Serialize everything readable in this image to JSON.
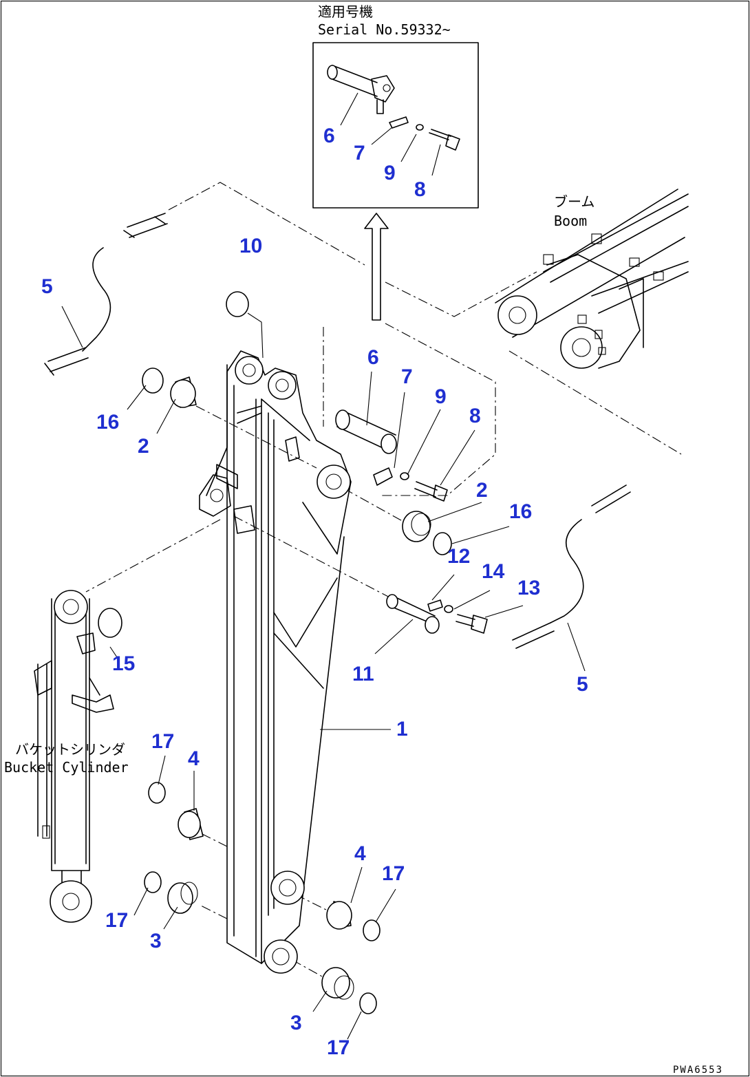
{
  "notes": {
    "applicable_serial_jp": "適用号機",
    "applicable_serial_en": "Serial No.59332~",
    "boom_jp": "ブーム",
    "boom_en": "Boom",
    "bucket_cylinder_jp": "バケットシリンダ",
    "bucket_cylinder_en": "Bucket Cylinder",
    "drawing_number": "PWA6553"
  },
  "callouts": [
    {
      "id": "c6a",
      "text": "6"
    },
    {
      "id": "c7a",
      "text": "7"
    },
    {
      "id": "c9a",
      "text": "9"
    },
    {
      "id": "c8a",
      "text": "8"
    },
    {
      "id": "c10",
      "text": "10"
    },
    {
      "id": "c5a",
      "text": "5"
    },
    {
      "id": "c16a",
      "text": "16"
    },
    {
      "id": "c2a",
      "text": "2"
    },
    {
      "id": "c6b",
      "text": "6"
    },
    {
      "id": "c7b",
      "text": "7"
    },
    {
      "id": "c9b",
      "text": "9"
    },
    {
      "id": "c8b",
      "text": "8"
    },
    {
      "id": "c2b",
      "text": "2"
    },
    {
      "id": "c16b",
      "text": "16"
    },
    {
      "id": "c12",
      "text": "12"
    },
    {
      "id": "c14",
      "text": "14"
    },
    {
      "id": "c13",
      "text": "13"
    },
    {
      "id": "c11",
      "text": "11"
    },
    {
      "id": "c5b",
      "text": "5"
    },
    {
      "id": "c15",
      "text": "15"
    },
    {
      "id": "c1",
      "text": "1"
    },
    {
      "id": "c17a",
      "text": "17"
    },
    {
      "id": "c4a",
      "text": "4"
    },
    {
      "id": "c4b",
      "text": "4"
    },
    {
      "id": "c17b",
      "text": "17"
    },
    {
      "id": "c17c",
      "text": "17"
    },
    {
      "id": "c3a",
      "text": "3"
    },
    {
      "id": "c3b",
      "text": "3"
    },
    {
      "id": "c17d",
      "text": "17"
    }
  ]
}
